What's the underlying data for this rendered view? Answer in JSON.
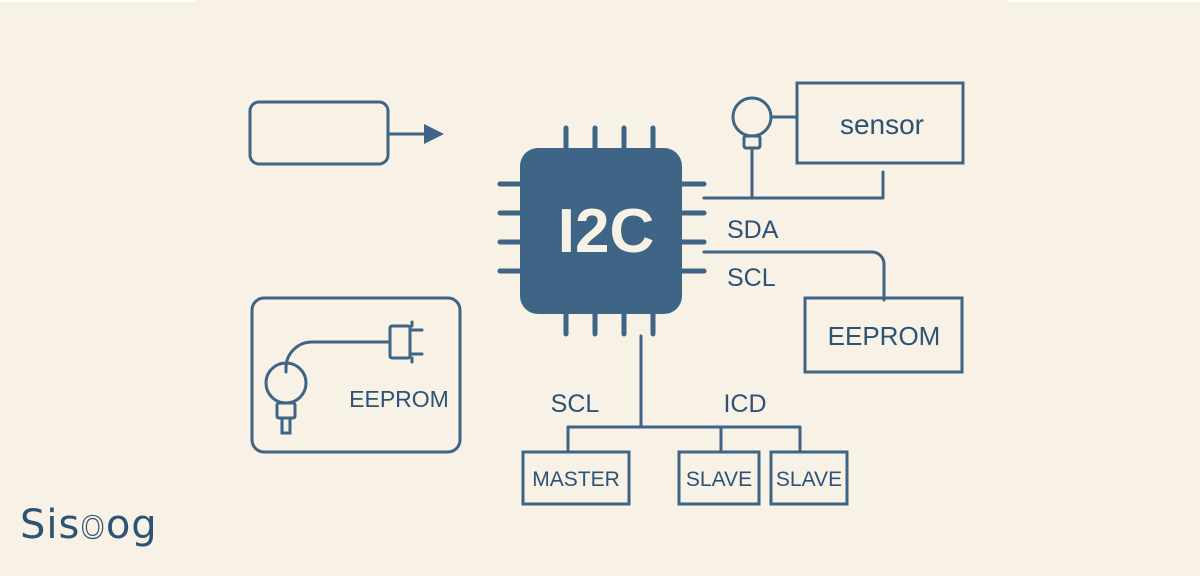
{
  "chip": {
    "label": "I2C"
  },
  "bus": {
    "sda_label": "SDA",
    "scl_label": "SCL"
  },
  "sensor_box": {
    "label": "sensor"
  },
  "eeprom_box": {
    "label": "EEPROM"
  },
  "left_panel": {
    "label": "EEPROM"
  },
  "bottom": {
    "scl_label": "SCL",
    "icd_label": "ICD",
    "master_label": "MASTER",
    "slave1_label": "SLAVE",
    "slave2_label": "SLAVE"
  },
  "logo": {
    "text": "Sisoog"
  },
  "colors": {
    "background": "#f7f1e6",
    "chip": "#3e6586",
    "line": "#3e6586",
    "text": "#2e5274"
  },
  "icons": [
    "arrow-right-icon",
    "plug-icon",
    "probe-icon",
    "sensor-probe-icon"
  ]
}
